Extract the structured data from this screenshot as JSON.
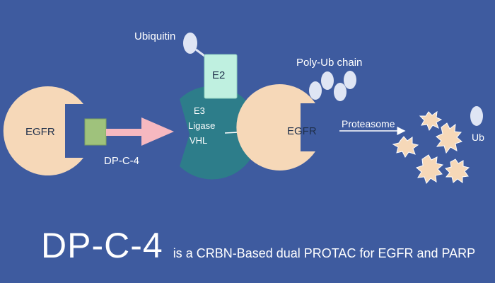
{
  "colors": {
    "background": "#3e5b9f",
    "egfr": "#f6d8b8",
    "linker": "#9fc27c",
    "arrow_pink": "#f6b8c0",
    "ligase": "#2d7d8a",
    "e2": "#bff0e0",
    "ubiquitin": "#dfe5f4",
    "fragment": "#f6d8b8"
  },
  "labels": {
    "ubiquitin": "Ubiquitin",
    "e2": "E2",
    "e3_line1": "E3",
    "e3_line2": "Ligase",
    "e3_line3": "VHL",
    "egfr_left": "EGFR",
    "egfr_right": "EGFR",
    "dpc4_small": "DP-C-4",
    "poly_ub": "Poly-Ub chain",
    "proteasome": "Proteasome",
    "ub": "Ub"
  },
  "caption": {
    "title": "DP-C-4",
    "text": "is a CRBN-Based dual PROTAC for EGFR and PARP"
  }
}
